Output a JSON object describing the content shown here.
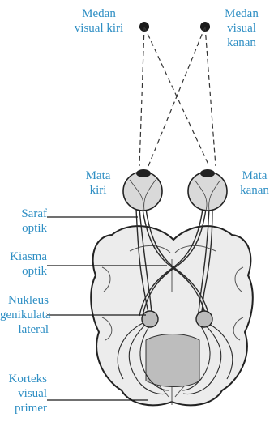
{
  "labels": {
    "left_field": [
      "Medan",
      "visual kiri"
    ],
    "right_field": [
      "Medan",
      "visual",
      "kanan"
    ],
    "left_eye": [
      "Mata",
      "kiri"
    ],
    "right_eye": [
      "Mata",
      "kanan"
    ],
    "optic_nerve": [
      "Saraf",
      "optik"
    ],
    "optic_chiasm": [
      "Kiasma",
      "optik"
    ],
    "lgn": [
      "Nukleus",
      "genikulata",
      "lateral"
    ],
    "visual_cortex": [
      "Korteks",
      "visual",
      "primer"
    ]
  },
  "colors": {
    "label": "#2f8fc4",
    "ink": "#1a1a1a",
    "brain_fill": "#ececec",
    "eye_fill": "#d9d9d9"
  }
}
